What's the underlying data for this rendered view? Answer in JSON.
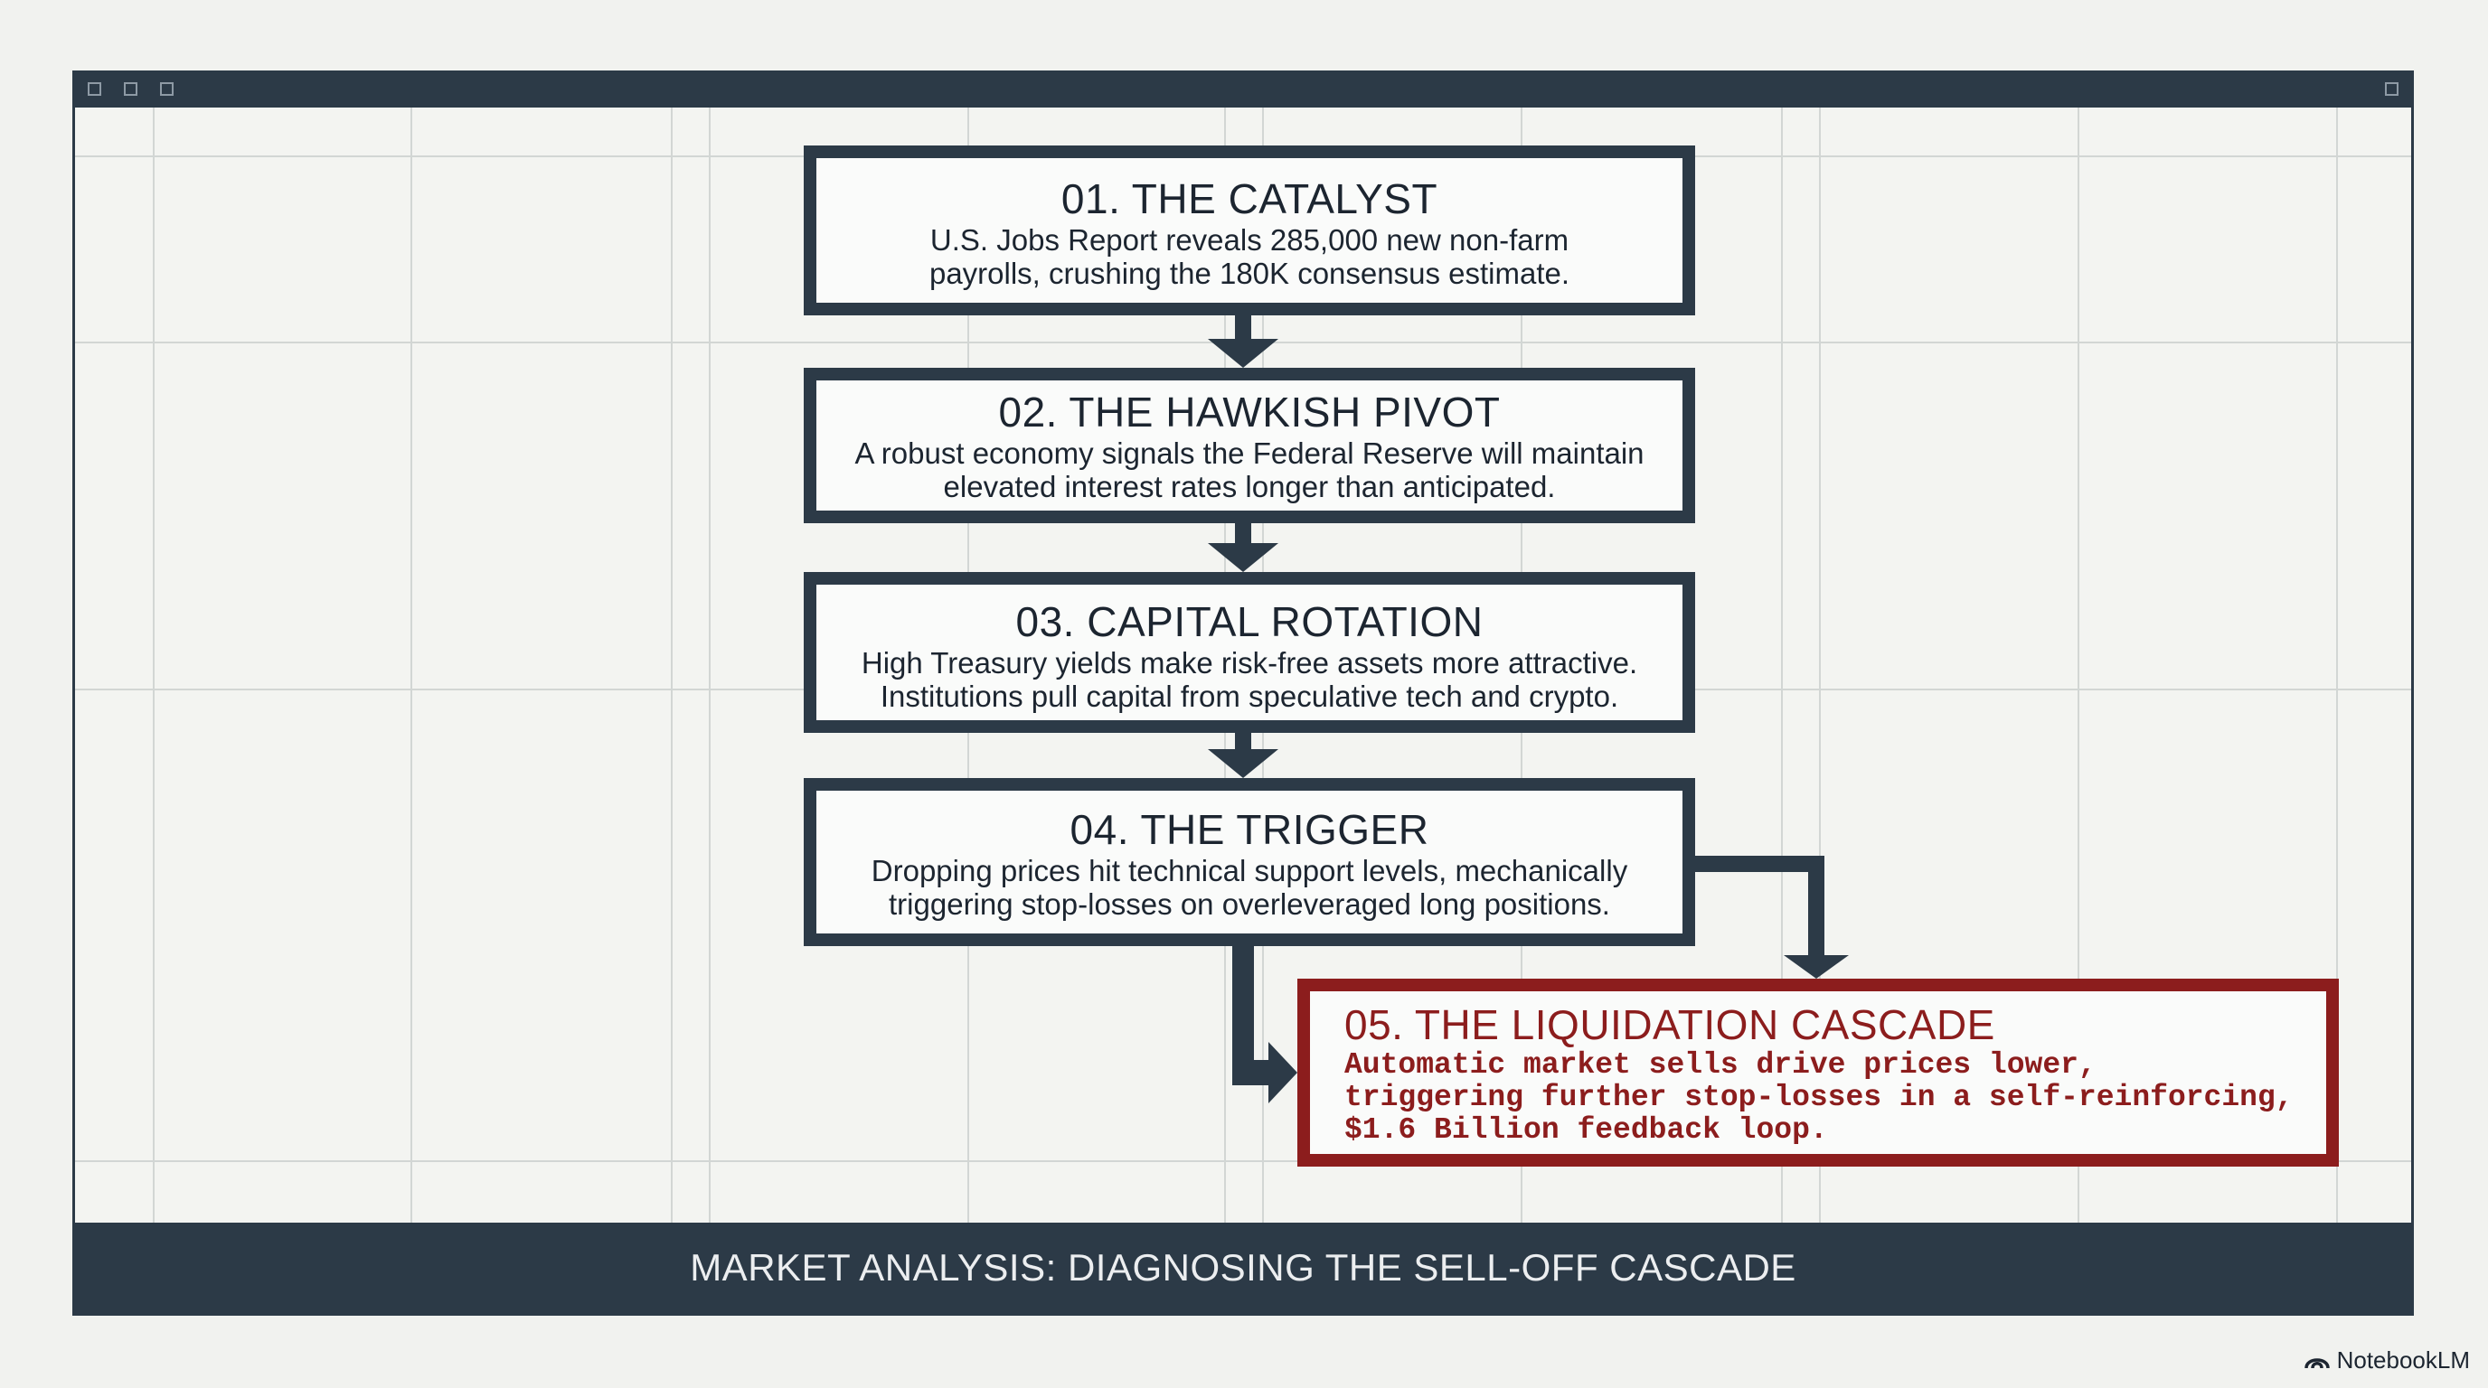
{
  "steps": [
    {
      "title": "01. THE CATALYST",
      "desc": "U.S. Jobs Report reveals 285,000 new non-farm payrolls, crushing the 180K consensus estimate."
    },
    {
      "title": "02. THE HAWKISH PIVOT",
      "desc": "A robust economy signals the Federal Reserve will maintain elevated interest rates longer than anticipated."
    },
    {
      "title": "03. CAPITAL ROTATION",
      "desc": "High Treasury yields make risk-free assets more attractive. Institutions pull capital from speculative tech and crypto."
    },
    {
      "title": "04. THE TRIGGER",
      "desc": "Dropping prices hit technical support levels, mechanically triggering stop-losses on overleveraged long positions."
    },
    {
      "title": "05. THE LIQUIDATION CASCADE",
      "desc": "Automatic market sells drive prices lower,\ntriggering further stop-losses in a self-reinforcing,\n$1.6 Billion feedback loop."
    }
  ],
  "footer": {
    "title": "MARKET ANALYSIS: DIAGNOSING THE SELL-OFF CASCADE"
  },
  "brand": {
    "name": "NotebookLM",
    "icon": "notebooklm-logo-icon"
  },
  "colors": {
    "frame": "#2c3a47",
    "highlight": "#8c1d1d",
    "background": "#f1f2ef"
  }
}
